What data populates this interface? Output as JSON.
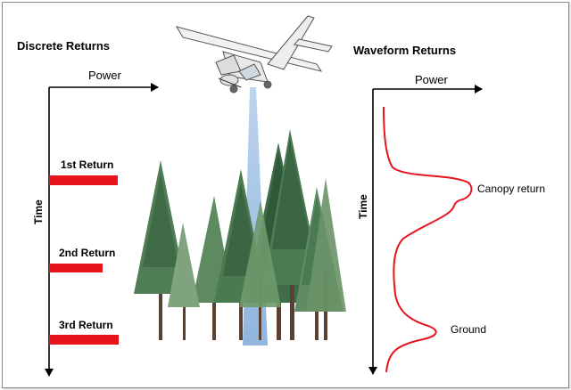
{
  "discrete": {
    "title": "Discrete Returns",
    "power_label": "Power",
    "time_label": "Time",
    "returns": [
      {
        "label": "1st Return"
      },
      {
        "label": "2nd Return"
      },
      {
        "label": "3rd Return"
      }
    ]
  },
  "waveform": {
    "title": "Waveform Returns",
    "power_label": "Power",
    "time_label": "Time",
    "canopy_label": "Canopy return",
    "ground_label": "Ground"
  },
  "colors": {
    "return_bar": "#e8141b",
    "waveform_line": "#e8141b",
    "laser_beam": "#7ea6d6",
    "tree_dark": "#2f5a3a",
    "tree_mid": "#4f7d55",
    "tree_light": "#7fa37d"
  }
}
